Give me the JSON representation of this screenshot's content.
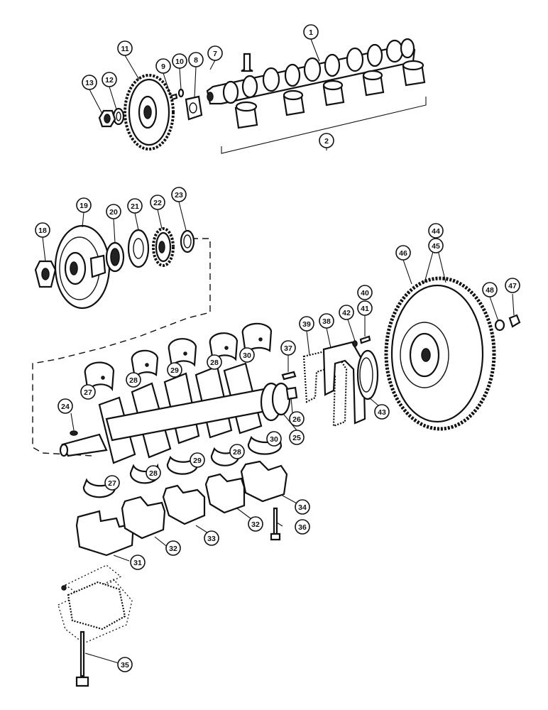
{
  "callouts": [
    "1",
    "2",
    "7",
    "8",
    "9",
    "10",
    "11",
    "12",
    "13",
    "18",
    "19",
    "20",
    "21",
    "22",
    "23",
    "24",
    "25",
    "26",
    "27",
    "28",
    "29",
    "30",
    "31",
    "32",
    "33",
    "34",
    "35",
    "36",
    "37",
    "38",
    "39",
    "40",
    "41",
    "42",
    "43",
    "44",
    "45",
    "46",
    "47",
    "48"
  ]
}
